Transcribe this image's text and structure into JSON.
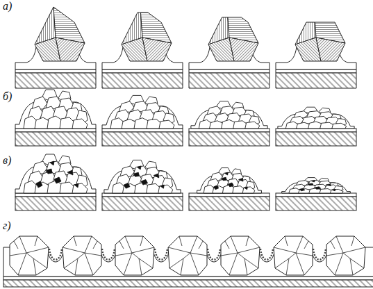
{
  "diagram": {
    "labels": [
      "а)",
      "б)",
      "в)",
      "г)"
    ]
  }
}
